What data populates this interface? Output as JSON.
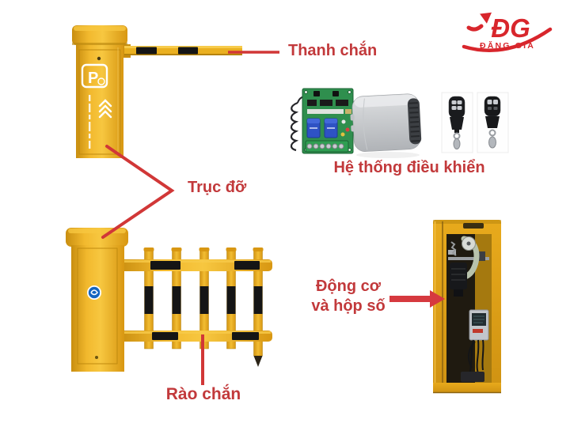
{
  "colors": {
    "label_red": "#c2393b",
    "line_red": "#d13737",
    "logo_red": "#d8262c",
    "barrier_yellow": "#eaa71b",
    "barrier_yellow_dark": "#c98e10",
    "stripe_black": "#151515"
  },
  "brand": {
    "monogram": "ĐG",
    "name": "ĐẶNG GIA"
  },
  "annotations": {
    "barrier_arm": {
      "label": "Thanh chắn"
    },
    "support_post": {
      "label": "Trục đỡ"
    },
    "fence_barrier": {
      "label": "Rào chắn"
    },
    "control_system": {
      "label": "Hệ thống điều khiển"
    },
    "motor_gearbox": {
      "line1": "Động cơ",
      "line2": "và hộp số"
    }
  },
  "illustration_text": {
    "parking_sign": "P"
  }
}
